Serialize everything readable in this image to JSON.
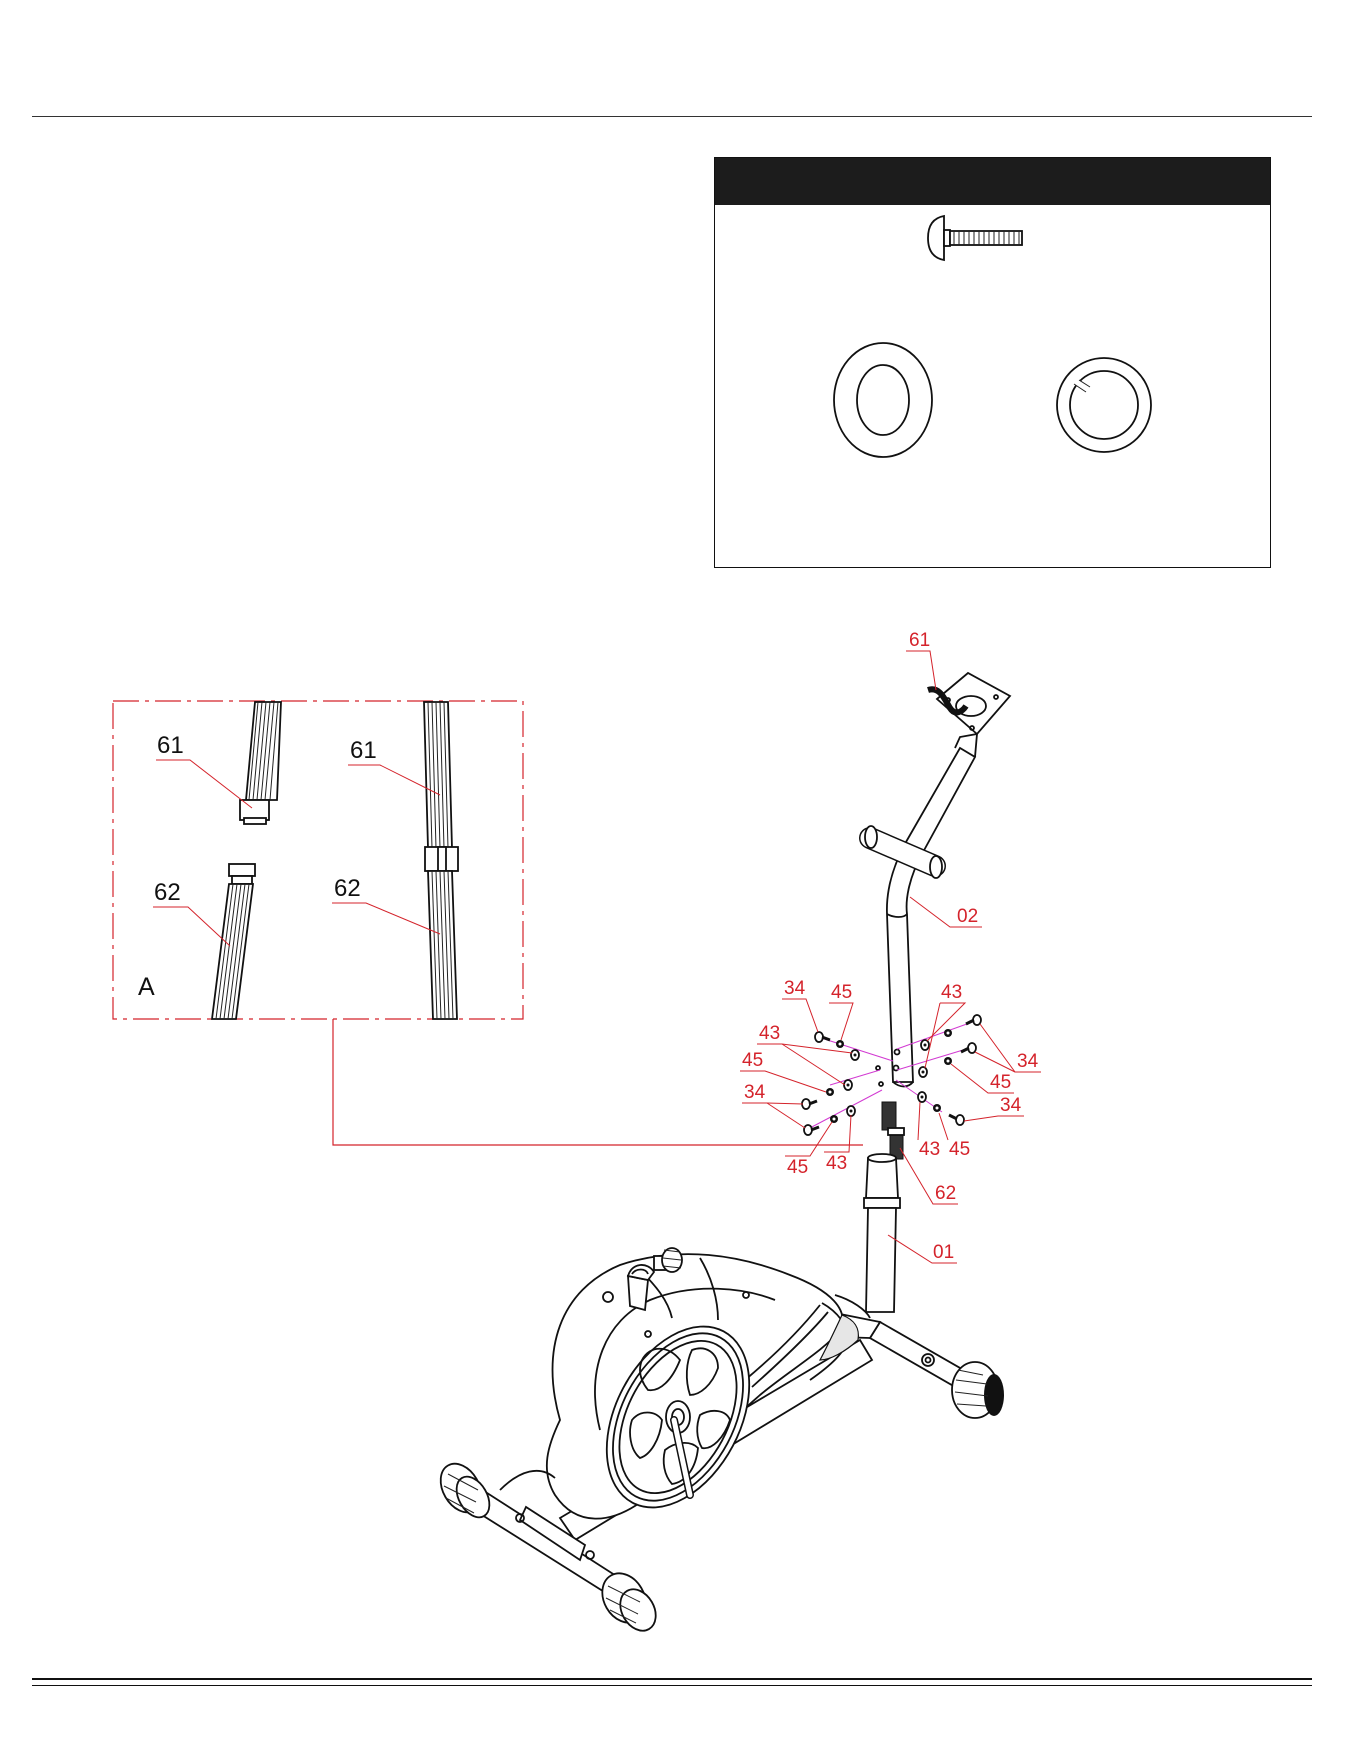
{
  "detail": {
    "letter": "A"
  },
  "labels": {
    "p61_top": "61",
    "p61_detail_left": "61",
    "p61_detail_right": "61",
    "p62_detail_left": "62",
    "p62_detail_right": "62",
    "p02": "02",
    "p34_left_top": "34",
    "p45_left_top": "45",
    "p43_left_top": "43",
    "p45_left_mid": "45",
    "p34_left_low": "34",
    "p45_left_bottom": "45",
    "p43_left_bottom": "43",
    "p43_right_top": "43",
    "p34_right_top": "34",
    "p45_right_mid": "45",
    "p34_right_low": "34",
    "p43_right_bottom": "43",
    "p45_right_bottom": "45",
    "p62_main": "62",
    "p01": "01"
  },
  "colors": {
    "callout": "#d4232b",
    "axis": "#d23ad2",
    "header": "#1c1c1c",
    "line": "#111111"
  }
}
